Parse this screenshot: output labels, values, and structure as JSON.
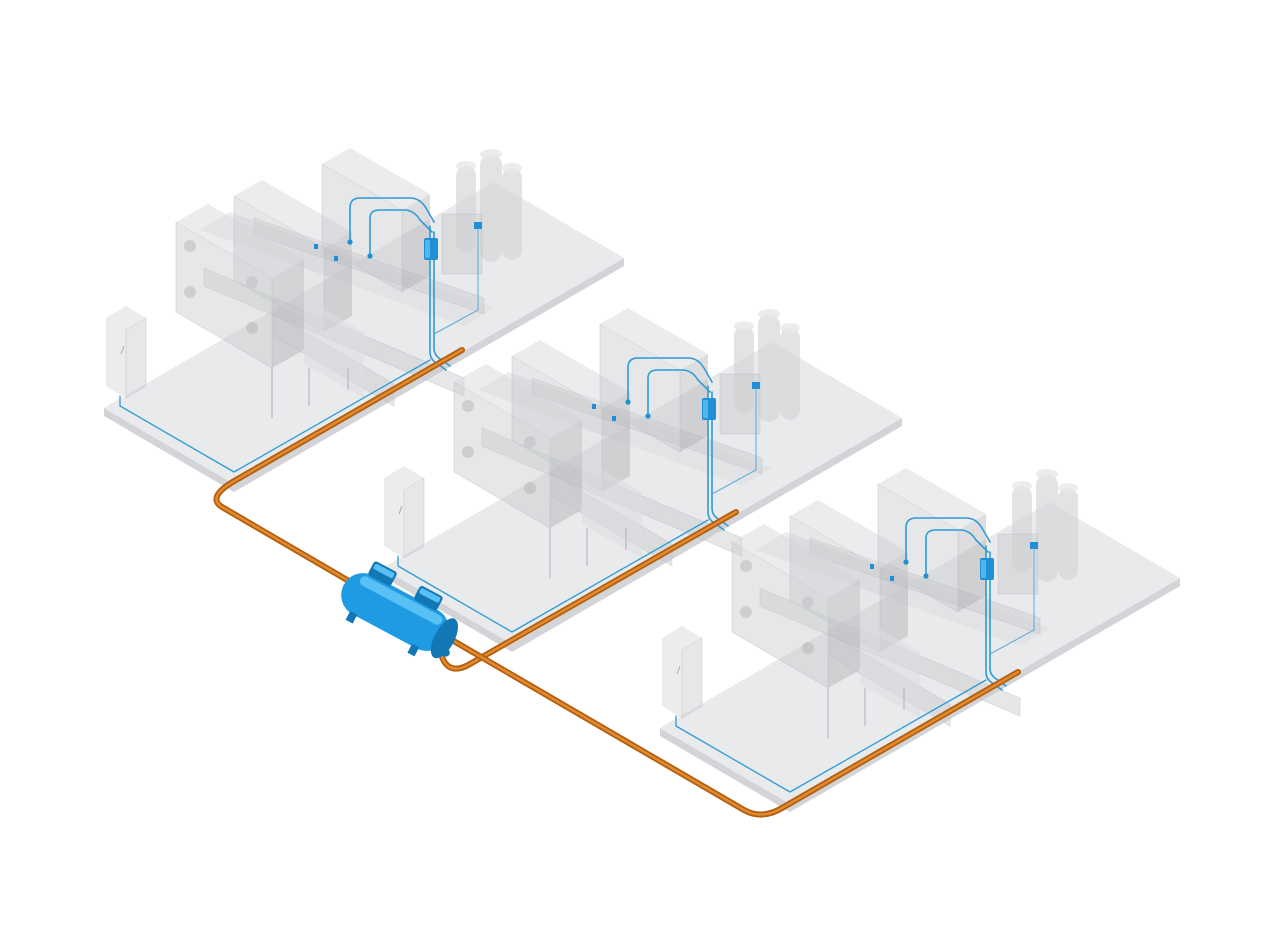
{
  "diagram": {
    "type": "isometric-compressed-air-layout",
    "components": {
      "machines": [
        {
          "name": "injection-molding-machine"
        },
        {
          "name": "injection-molding-machine"
        },
        {
          "name": "injection-molding-machine"
        }
      ],
      "tank": {
        "name": "air-receiver-tank"
      },
      "main_pipe": {
        "name": "main-supply-pipe"
      }
    },
    "colors": {
      "main_pipe": "#b35f12",
      "air_lines": "#2f9bd6",
      "tank": "#1e9be2",
      "machine_ghost": "#c8c9cc",
      "floor_plate": "#e9eaec"
    }
  }
}
